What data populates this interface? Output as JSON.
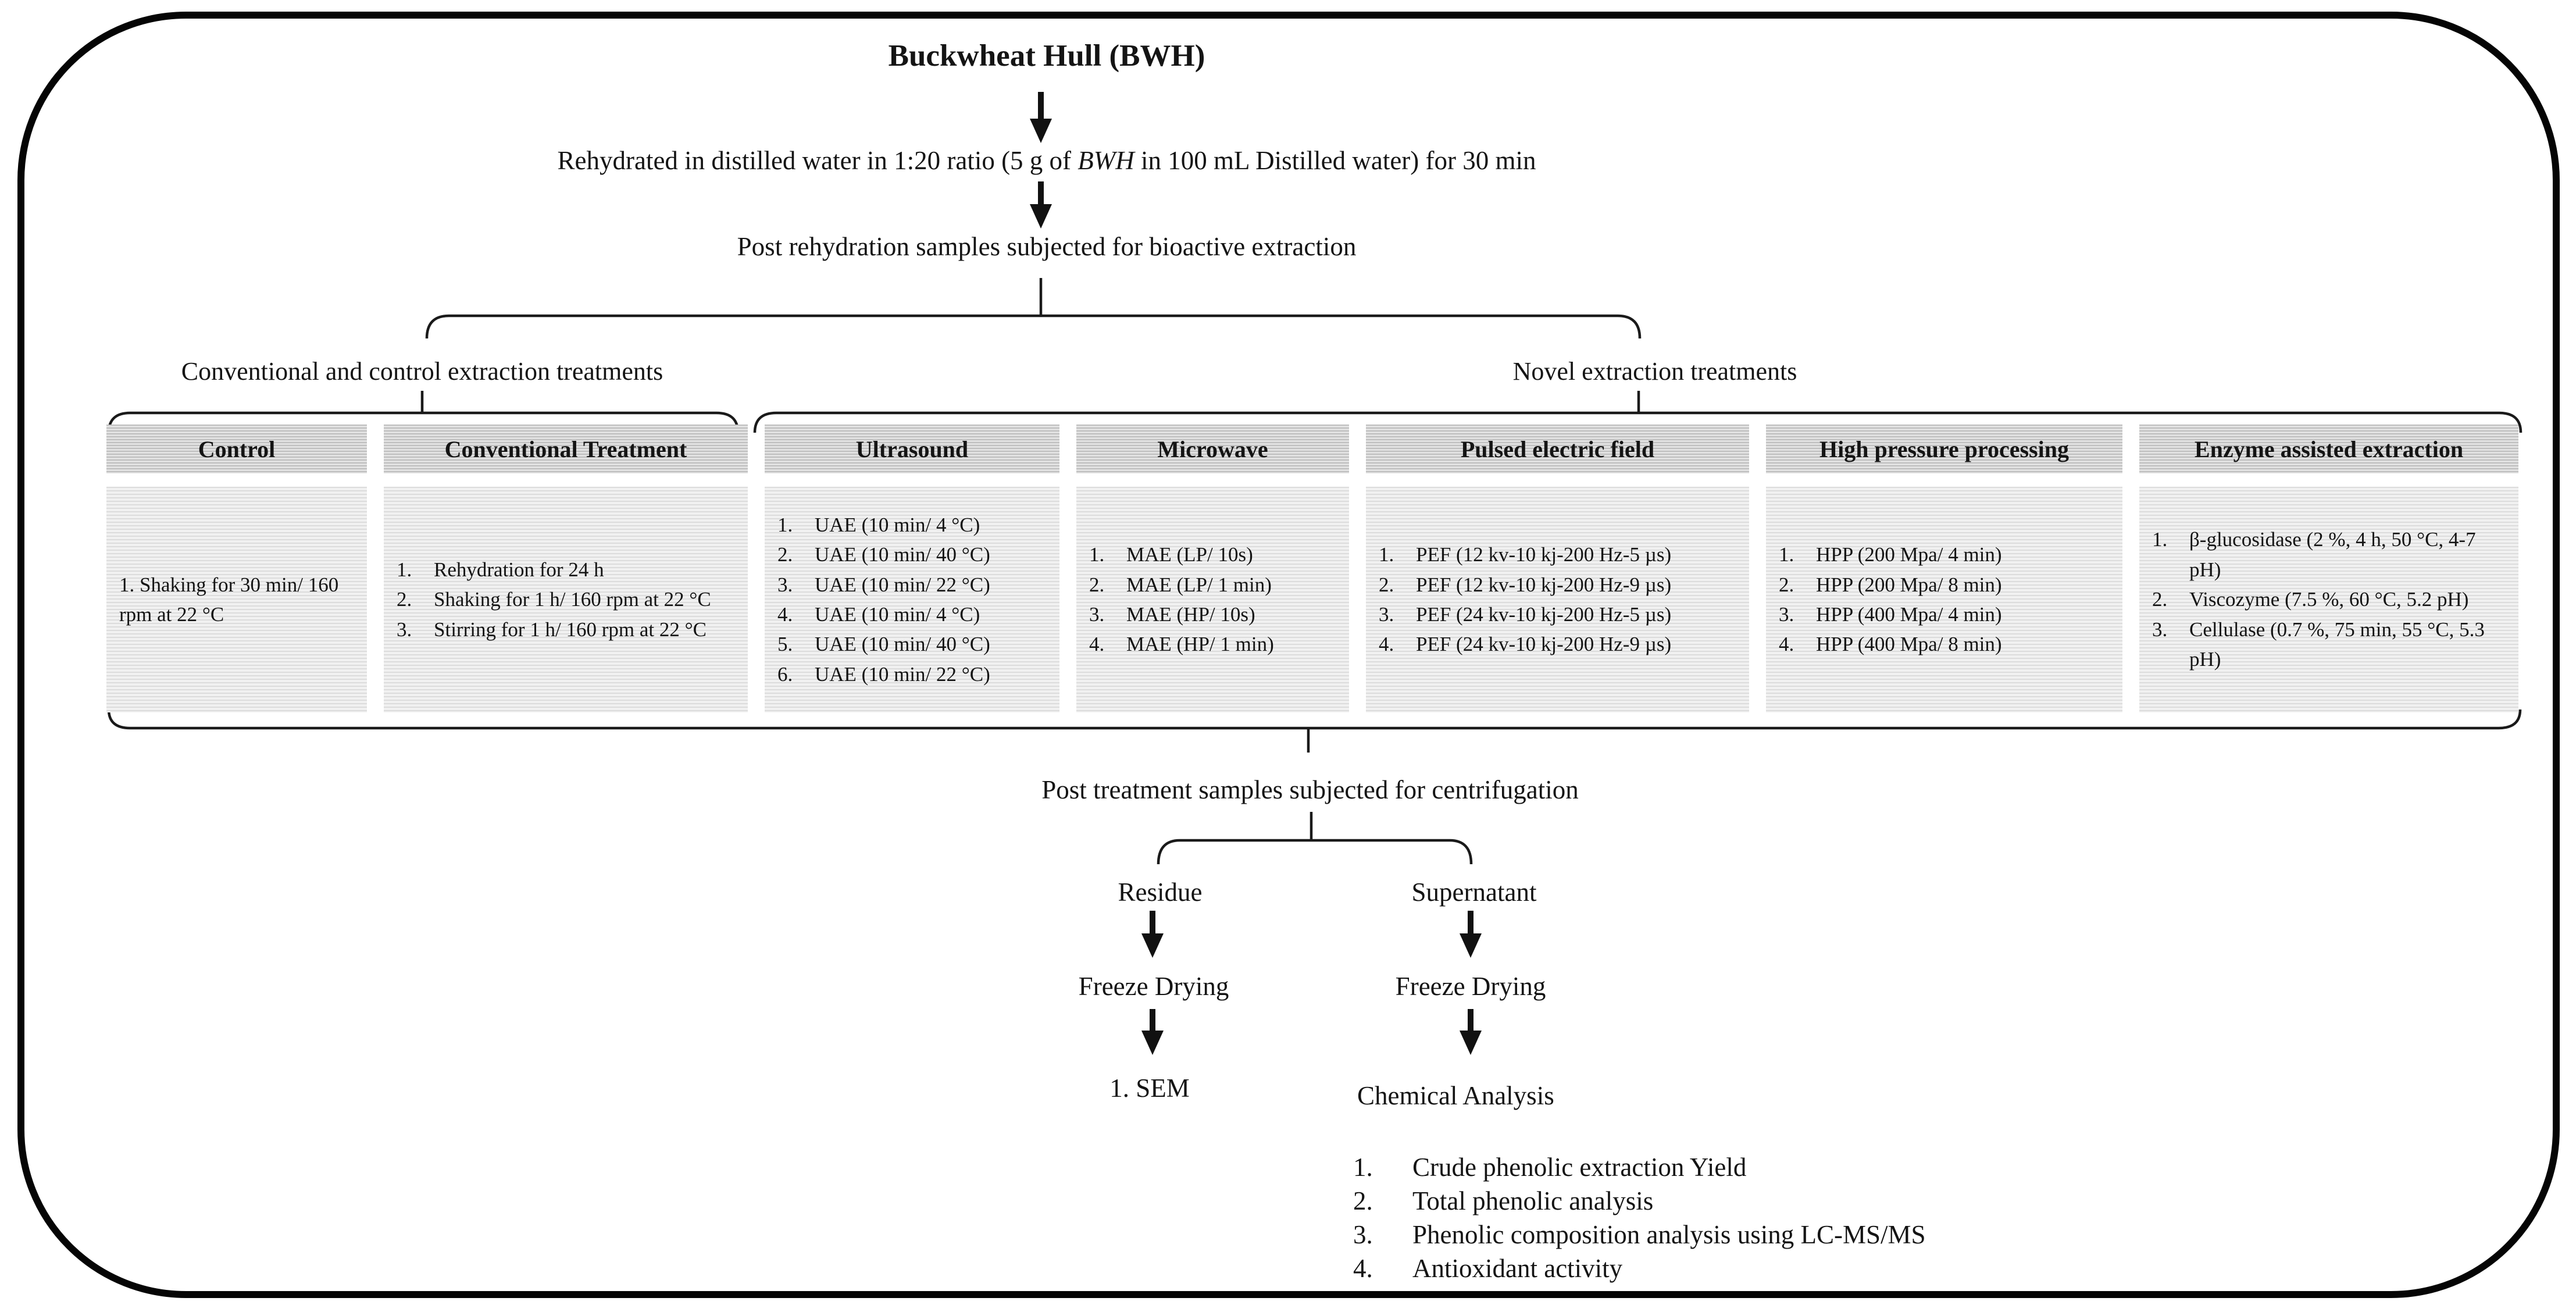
{
  "title": "Buckwheat Hull (BWH)",
  "flow": {
    "rehydration_prefix": "Rehydrated in distilled water in 1:20 ratio (5 g of ",
    "rehydration_italic": "BWH",
    "rehydration_suffix": " in 100 mL Distilled water) for 30 min",
    "post_rehydration": "Post rehydration samples subjected for bioactive extraction",
    "post_treatment": "Post treatment samples subjected for centrifugation"
  },
  "group_labels": {
    "left": "Conventional and control extraction treatments",
    "right": "Novel extraction treatments"
  },
  "columns": [
    {
      "header": "Control",
      "plain": "1. Shaking for 30 min/ 160 rpm at 22 °C",
      "items": []
    },
    {
      "header": "Conventional Treatment",
      "items": [
        "Rehydration for 24 h",
        "Shaking for 1 h/ 160 rpm at 22 °C",
        "Stirring for 1 h/ 160 rpm at 22 °C"
      ]
    },
    {
      "header": "Ultrasound",
      "items": [
        "UAE (10 min/ 4 °C)",
        "UAE (10 min/ 40 °C)",
        "UAE (10 min/ 22 °C)",
        "UAE (10 min/ 4 °C)",
        "UAE (10 min/ 40 °C)",
        "UAE (10 min/ 22 °C)"
      ]
    },
    {
      "header": "Microwave",
      "items": [
        "MAE (LP/ 10s)",
        "MAE (LP/ 1 min)",
        "MAE (HP/ 10s)",
        "MAE (HP/ 1 min)"
      ]
    },
    {
      "header": "Pulsed electric field",
      "items": [
        "PEF (12 kv-10 kj-200 Hz-5 µs)",
        "PEF (12 kv-10 kj-200 Hz-9 µs)",
        "PEF (24 kv-10 kj-200 Hz-5 µs)",
        "PEF (24 kv-10 kj-200 Hz-9 µs)"
      ]
    },
    {
      "header": "High pressure processing",
      "items": [
        "HPP (200 Mpa/ 4 min)",
        "HPP (200 Mpa/ 8 min)",
        "HPP (400 Mpa/ 4 min)",
        "HPP (400 Mpa/ 8 min)"
      ]
    },
    {
      "header": "Enzyme assisted extraction",
      "items": [
        "β-glucosidase (2 %, 4 h, 50 °C, 4-7 pH)",
        "Viscozyme (7.5 %, 60 °C, 5.2 pH)",
        "Cellulase (0.7 %, 75 min, 55 °C, 5.3 pH)"
      ]
    }
  ],
  "centrifugation": {
    "residue": {
      "label": "Residue",
      "freeze": "Freeze Drying",
      "result": "1. SEM"
    },
    "supernatant": {
      "label": "Supernatant",
      "freeze": "Freeze Drying",
      "result": "Chemical Analysis",
      "analyses": [
        "Crude phenolic extraction Yield",
        "Total phenolic analysis",
        "Phenolic composition analysis using LC-MS/MS",
        "Antioxidant activity"
      ]
    }
  }
}
